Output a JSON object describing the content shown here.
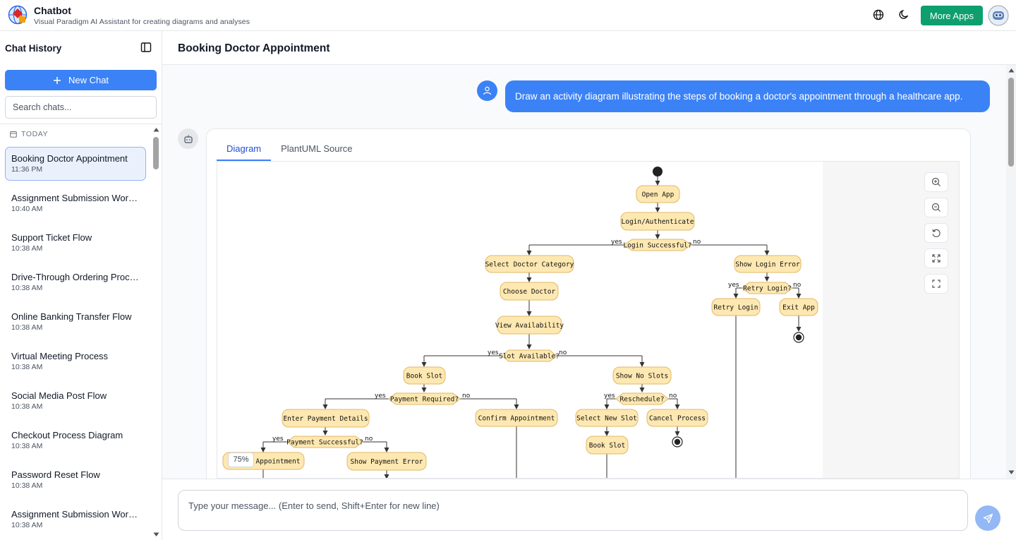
{
  "app": {
    "title": "Chatbot",
    "subtitle": "Visual Paradigm AI Assistant for creating diagrams and analyses",
    "more_apps_label": "More Apps",
    "icons": [
      "globe-icon",
      "moon-icon",
      "robot-avatar-icon"
    ]
  },
  "sidebar": {
    "title": "Chat History",
    "new_chat_label": "New Chat",
    "search_placeholder": "Search chats...",
    "group_label": "TODAY",
    "items": [
      {
        "name": "Booking Doctor Appointment",
        "time": "11:36 PM",
        "active": true
      },
      {
        "name": "Assignment Submission Workflow",
        "time": "10:40 AM"
      },
      {
        "name": "Support Ticket Flow",
        "time": "10:38 AM"
      },
      {
        "name": "Drive-Through Ordering Process",
        "time": "10:38 AM"
      },
      {
        "name": "Online Banking Transfer Flow",
        "time": "10:38 AM"
      },
      {
        "name": "Virtual Meeting Process",
        "time": "10:38 AM"
      },
      {
        "name": "Social Media Post Flow",
        "time": "10:38 AM"
      },
      {
        "name": "Checkout Process Diagram",
        "time": "10:38 AM"
      },
      {
        "name": "Password Reset Flow",
        "time": "10:38 AM"
      },
      {
        "name": "Assignment Submission Workflow",
        "time": "10:38 AM"
      }
    ]
  },
  "chat": {
    "title": "Booking Doctor Appointment",
    "user_message": "Draw an activity diagram illustrating the steps of booking a doctor's appointment through a healthcare app.",
    "tabs": [
      {
        "label": "Diagram",
        "active": true
      },
      {
        "label": "PlantUML Source",
        "active": false
      }
    ],
    "zoom_level": "75%",
    "composer_placeholder": "Type your message... (Enter to send, Shift+Enter for new line)"
  },
  "diagram": {
    "nodes": {
      "open_app": "Open App",
      "login": "Login/Authenticate",
      "login_ok": "Login Successful?",
      "select_category": "Select Doctor Category",
      "choose_doctor": "Choose Doctor",
      "view_avail": "View Availability",
      "slot_avail": "Slot Available?",
      "book_slot": "Book Slot",
      "payment_req": "Payment Required?",
      "enter_payment": "Enter Payment Details",
      "payment_ok": "Payment Successful?",
      "confirm_partial": "Appointment",
      "payment_error": "Show Payment Error",
      "confirm_appt": "Confirm Appointment",
      "show_no_slots": "Show No Slots",
      "reschedule": "Reschedule?",
      "select_new_slot": "Select New Slot",
      "cancel_process": "Cancel Process",
      "book_slot_2": "Book Slot",
      "show_login_error": "Show Login Error",
      "retry_q": "Retry Login?",
      "retry_login": "Retry Login",
      "exit_app": "Exit App"
    },
    "labels": {
      "yes": "yes",
      "no": "no"
    },
    "colors": {
      "node_fill": "#fee8b1",
      "node_stroke": "#e0b866",
      "edge": "#333333"
    }
  }
}
